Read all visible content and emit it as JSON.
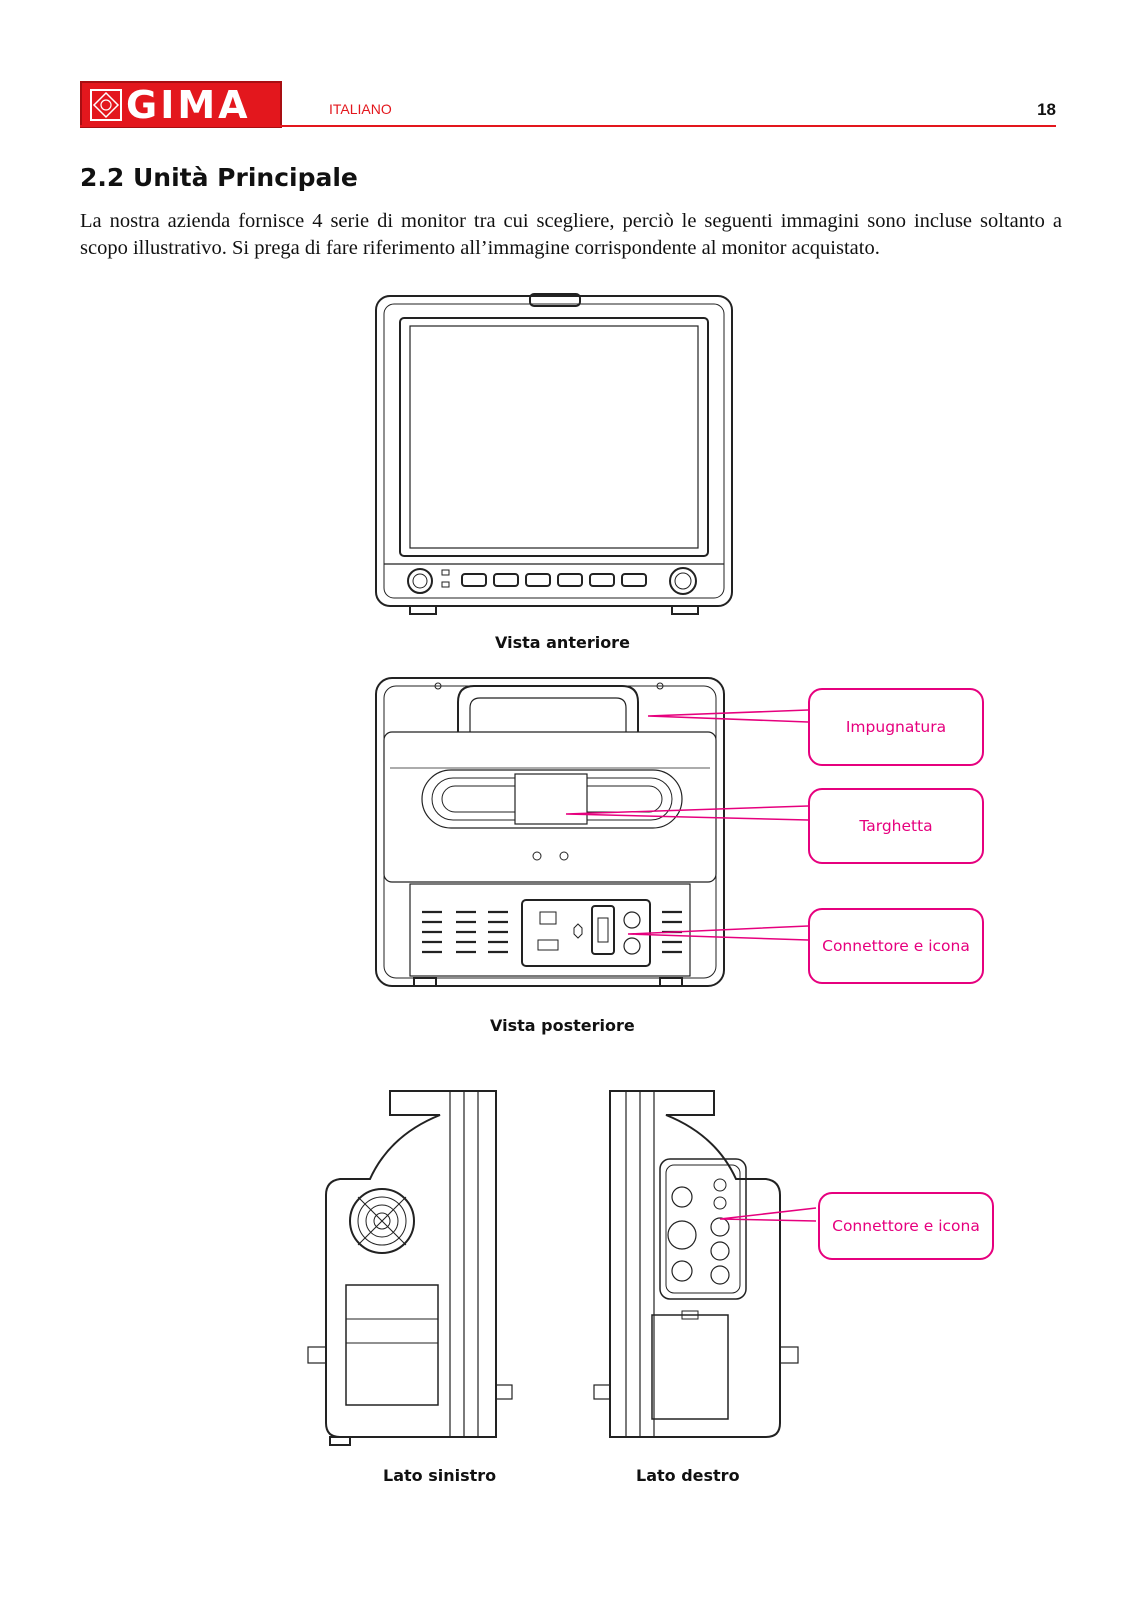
{
  "header": {
    "brand": "GIMA",
    "language": "ITALIANO",
    "page_number": "18",
    "brand_color": "#e3171d"
  },
  "section": {
    "title": "2.2 Unità Principale",
    "paragraph": "La nostra azienda fornisce 4 serie di monitor tra cui scegliere, perciò le seguenti immagini sono incluse soltanto a scopo illustrativo. Si prega di fare riferimento all’immagine corrispondente al monitor acquistato."
  },
  "figures": {
    "front_caption": "Vista anteriore",
    "rear_caption": "Vista posteriore",
    "left_caption": "Lato sinistro",
    "right_caption": "Lato destro"
  },
  "callouts": {
    "handle": "Impugnatura",
    "nameplate": "Targhetta",
    "rear_connector": "Connettore e icona",
    "side_connector": "Connettore e icona",
    "color": "#e6007e"
  }
}
